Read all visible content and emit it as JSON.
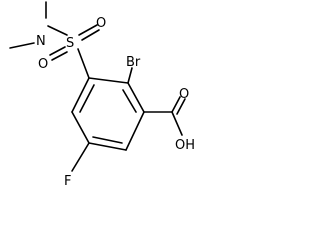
{
  "molecule": {
    "atoms": {
      "n": "N",
      "s": "S",
      "o_upper": "O",
      "o_lower": "O",
      "br": "Br",
      "o_carbonyl": "O",
      "oh": "OH",
      "f": "F"
    }
  }
}
